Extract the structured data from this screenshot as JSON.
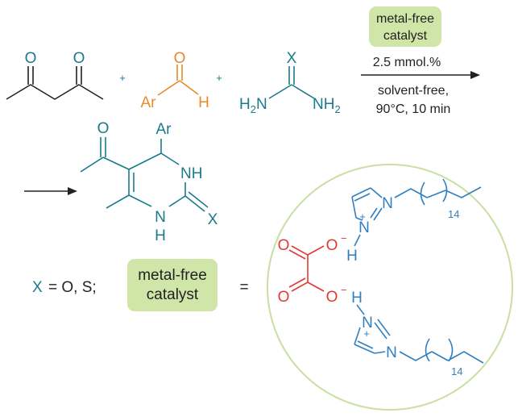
{
  "colors": {
    "black": "#222222",
    "teal": "#1a7a8c",
    "orange": "#e8892a",
    "red": "#e03a2f",
    "blue": "#2f7fc1",
    "catalyst_box": "#cfe6a8",
    "circle": "#c9dfa0"
  },
  "reactants": {
    "diketone_o1": "O",
    "diketone_o2": "O",
    "plus1": "+",
    "aldehyde_o": "O",
    "aldehyde_ar": "Ar",
    "aldehyde_h": "H",
    "plus2": "+",
    "urea_x": "X",
    "urea_nh2_left": "H",
    "urea_nh2_left_n": "N",
    "urea_nh2_right": "NH",
    "two": "2"
  },
  "conditions": {
    "catalyst_line1": "metal-free",
    "catalyst_line2": "catalyst",
    "loading": "2.5 mmol.%",
    "solvent": "solvent-free,",
    "temp_time": "90°C, 10 min"
  },
  "product": {
    "o": "O",
    "ar": "Ar",
    "nh_top": "NH",
    "nh_bottom_n": "N",
    "nh_bottom_h": "H",
    "x": "X"
  },
  "legend": {
    "x_def_x": "X",
    "x_def_rest": "= O, S;",
    "catalyst_line1": "metal-free",
    "catalyst_line2": "catalyst",
    "equals": "="
  },
  "catalyst": {
    "oxalate_o_top": "O",
    "oxalate_o_bottom": "O",
    "oxalate_o_minus_top": "O",
    "oxalate_o_minus_bottom": "O",
    "minus": "−",
    "im1_n_top": "N",
    "im1_n_plus": "N",
    "im1_plus": "+",
    "im1_h": "H",
    "im1_chain_n": "14",
    "im2_h": "H",
    "im2_n_plus": "N",
    "im2_plus": "+",
    "im2_n": "N",
    "im2_chain_n": "14"
  }
}
